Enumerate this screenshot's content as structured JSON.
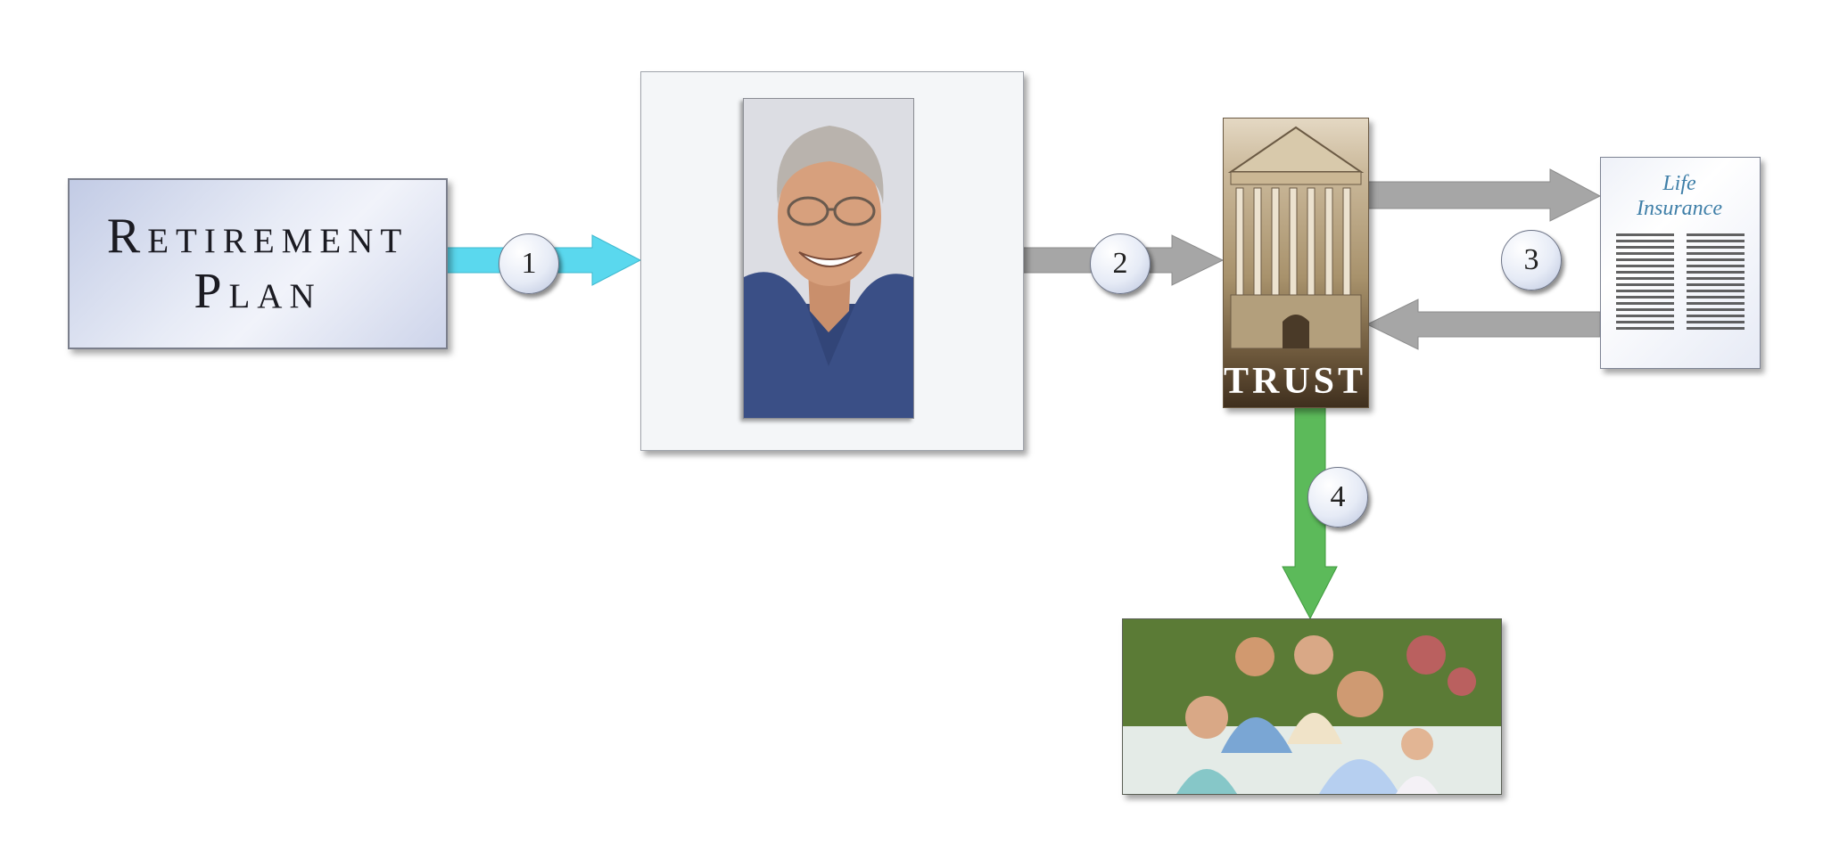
{
  "plan": {
    "line1": "Retirement",
    "line2": "Plan"
  },
  "steps": [
    "1",
    "2",
    "3",
    "4"
  ],
  "trust": {
    "label": "TRUST"
  },
  "insurance": {
    "title_line1": "Life",
    "title_line2": "Insurance"
  },
  "colors": {
    "arrow_1": "#5ad8ee",
    "arrow_gray": "#a6a6a6",
    "arrow_4": "#5cba5a",
    "insurance_title": "#3f7fa8"
  }
}
